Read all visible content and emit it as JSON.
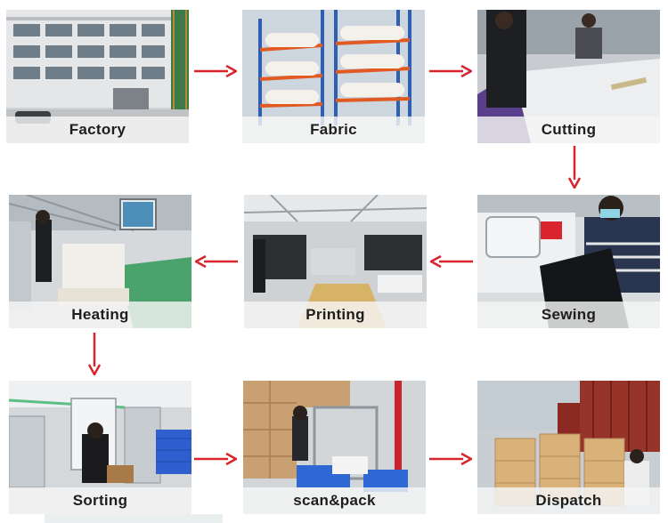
{
  "steps": [
    {
      "key": "factory",
      "label": "Factory"
    },
    {
      "key": "fabric",
      "label": "Fabric"
    },
    {
      "key": "cutting",
      "label": "Cutting"
    },
    {
      "key": "sewing",
      "label": "Sewing"
    },
    {
      "key": "printing",
      "label": "Printing"
    },
    {
      "key": "heating",
      "label": "Heating"
    },
    {
      "key": "sorting",
      "label": "Sorting"
    },
    {
      "key": "scanpack",
      "label": "scan&pack"
    },
    {
      "key": "dispatch",
      "label": "Dispatch"
    }
  ],
  "colors": {
    "arrow": "#d9232d",
    "label_bg": "#f5f5f5",
    "label_text": "#1e1e1e"
  }
}
